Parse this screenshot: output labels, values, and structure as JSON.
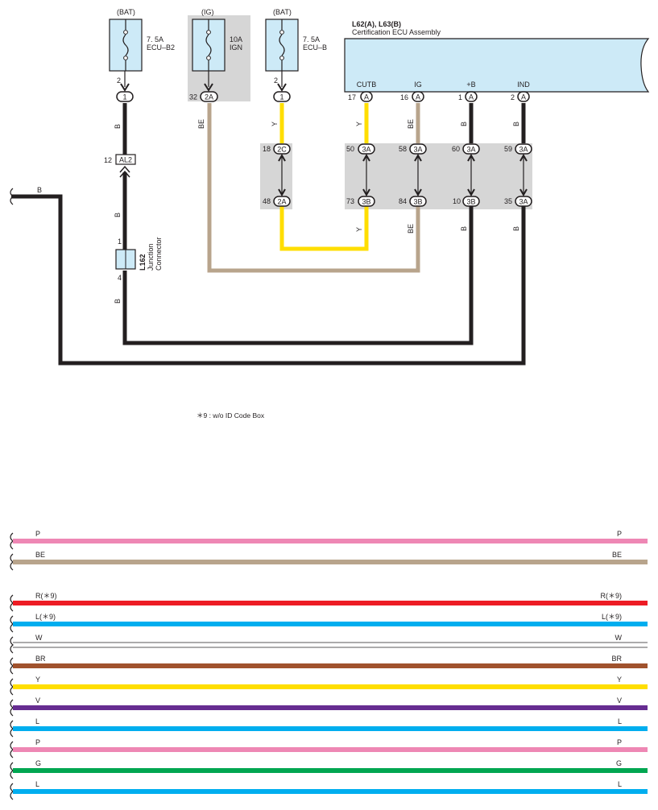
{
  "fuses": [
    {
      "source": "(BAT)",
      "rating": "7. 5A",
      "name": "ECU–B2",
      "pin": "2",
      "connector": "1"
    },
    {
      "source": "(IG)",
      "rating": "10A",
      "name": "IGN",
      "pin": "32",
      "connector": "2A"
    },
    {
      "source": "(BAT)",
      "rating": "7. 5A",
      "name": "ECU–B",
      "pin": "2",
      "connector": "1"
    }
  ],
  "ecu": {
    "id": "L62(A), L63(B)",
    "name": "Certification ECU Assembly",
    "terminals": [
      {
        "label": "CUTB",
        "pin": "17",
        "connector": "A"
      },
      {
        "label": "IG",
        "pin": "16",
        "connector": "A"
      },
      {
        "label": "+B",
        "pin": "1",
        "connector": "A"
      },
      {
        "label": "IND",
        "pin": "2",
        "connector": "A"
      }
    ]
  },
  "junctions": {
    "left": {
      "top_pin": "18",
      "top_conn": "2C",
      "bot_pin": "48",
      "bot_conn": "2A"
    },
    "right": [
      {
        "top_pin": "50",
        "top_conn": "3A",
        "bot_pin": "73",
        "bot_conn": "3B"
      },
      {
        "top_pin": "58",
        "top_conn": "3A",
        "bot_pin": "84",
        "bot_conn": "3B"
      },
      {
        "top_pin": "60",
        "top_conn": "3A",
        "bot_pin": "10",
        "bot_conn": "3B"
      },
      {
        "top_pin": "59",
        "top_conn": "3A",
        "bot_pin": "35",
        "bot_conn": "3A"
      }
    ]
  },
  "al2": {
    "pin": "12",
    "label": "AL2"
  },
  "junction_connector": {
    "id": "L162",
    "line1": "Junction",
    "line2": "Connector",
    "pin_top": "1",
    "pin_bottom": "4"
  },
  "wire_labels": {
    "w1_a": "B",
    "w1_b": "B",
    "w1_c": "B",
    "w2": "BE",
    "w3": "Y",
    "cutb_a": "Y",
    "cutb_b": "Y",
    "ig_a": "BE",
    "ig_b": "BE",
    "pb_a": "B",
    "pb_b": "B",
    "ind_a": "B",
    "ind_b": "B",
    "left_ground": "B"
  },
  "footnote": "＊9 : w/o ID Code Box",
  "legend": {
    "group1": [
      {
        "code": "P",
        "color": "#ee87b4"
      },
      {
        "code": "BE",
        "color": "#b8a48c"
      }
    ],
    "group2": [
      {
        "code": "R(＊9)",
        "color": "#ed1c24"
      },
      {
        "code": "L(＊9)",
        "color": "#00aeef"
      },
      {
        "code": "W",
        "color": "#ffffff"
      },
      {
        "code": "BR",
        "color": "#a0522d"
      },
      {
        "code": "Y",
        "color": "#ffde00"
      },
      {
        "code": "V",
        "color": "#662d91"
      },
      {
        "code": "L",
        "color": "#00aeef"
      },
      {
        "code": "P",
        "color": "#ee87b4"
      },
      {
        "code": "G",
        "color": "#00a651"
      },
      {
        "code": "L",
        "color": "#00aeef"
      }
    ]
  },
  "colors": {
    "black": "#231f20",
    "beige": "#b8a48c",
    "yellow": "#ffde00",
    "component_fill": "#cdeaf7",
    "gray_box": "#d6d6d6"
  }
}
